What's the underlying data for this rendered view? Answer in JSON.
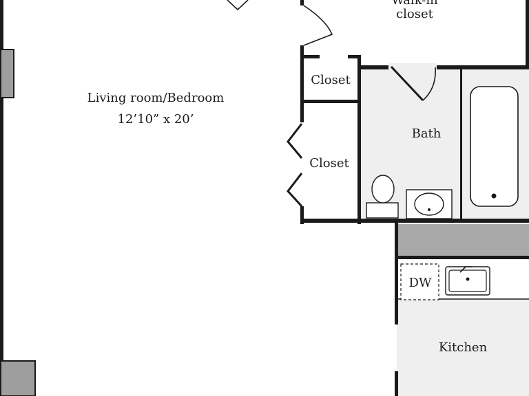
{
  "rooms": {
    "walkin": {
      "line1": "Walk-in",
      "line2": "closet"
    },
    "living": {
      "name": "Living room/Bedroom",
      "dims": "12’10” x 20’"
    },
    "closet_upper": {
      "name": "Closet"
    },
    "closet_lower": {
      "name": "Closet"
    },
    "bath": {
      "name": "Bath"
    },
    "kitchen": {
      "name": "Kitchen"
    }
  },
  "fixtures": {
    "dishwasher": "DW"
  },
  "colors": {
    "wall": "#1a1a1a",
    "floor_fill": "#efefef",
    "counter_fill": "#a9a9a9",
    "background": "#ffffff"
  }
}
